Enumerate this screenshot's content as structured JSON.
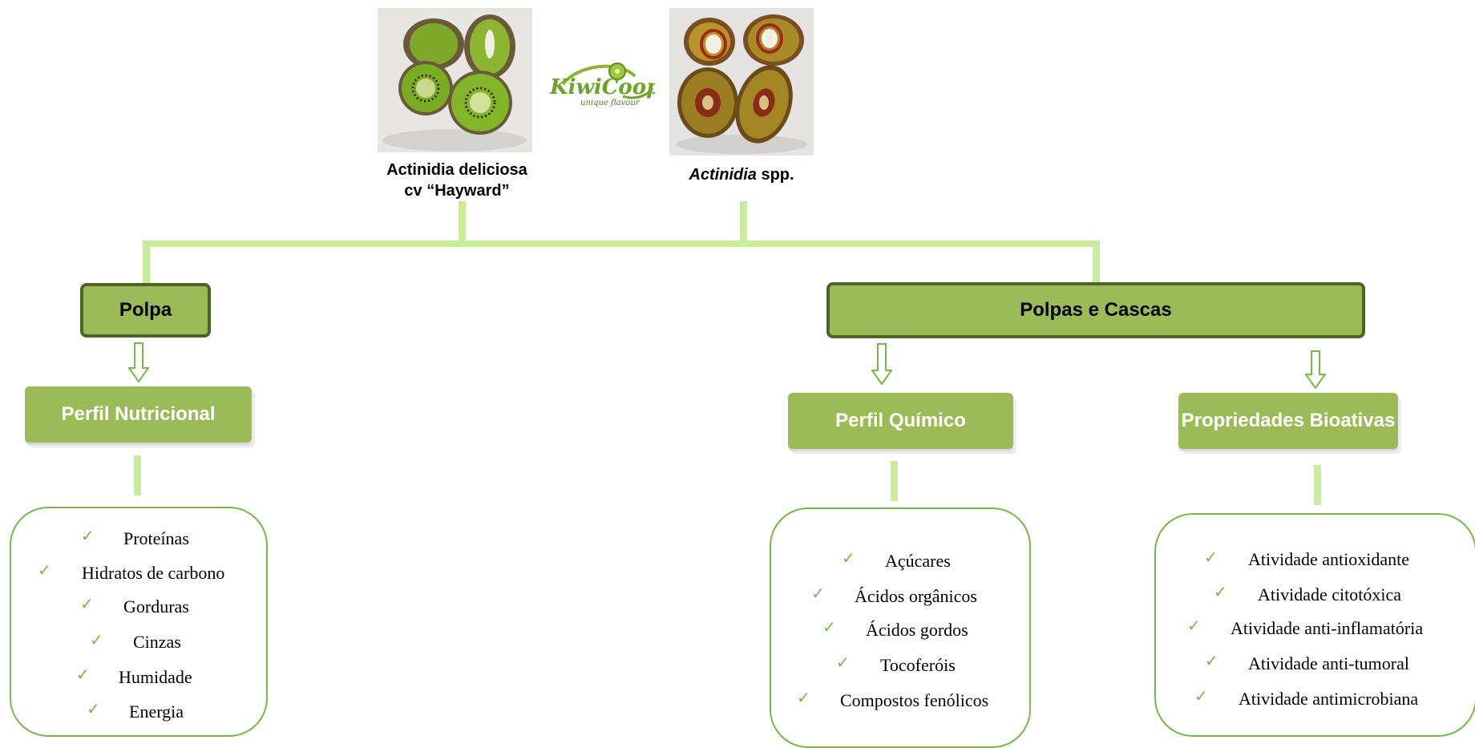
{
  "top": {
    "left_caption_line1": "Actinidia deliciosa",
    "left_caption_line2": "cv “Hayward”",
    "right_caption_italic": "Actinidia",
    "right_caption_rest": " spp.",
    "logo_text": "KiwiCoop",
    "logo_tagline": "unique flavour"
  },
  "branches": {
    "left_title": "Polpa",
    "right_title": "Polpas e Cascas"
  },
  "categories": {
    "nutritional": "Perfil Nutricional",
    "chemical": "Perfil Químico",
    "bioactive": "Propriedades Bioativas"
  },
  "lists": {
    "nutritional": [
      "Proteínas",
      "Hidratos de carbono",
      "Gorduras",
      "Cinzas",
      "Humidade",
      "Energia"
    ],
    "chemical": [
      "Açúcares",
      "Ácidos orgânicos",
      "Ácidos gordos",
      "Tocoferóis",
      "Compostos fenólicos"
    ],
    "bioactive": [
      "Atividade antioxidante",
      "Atividade citotóxica",
      "Atividade anti-inflamatória",
      "Atividade anti-tumoral",
      "Atividade antimicrobiana"
    ]
  },
  "colors": {
    "green_fill": "#9bbb59",
    "green_border": "#4f6228",
    "connector": "#c8ec9c",
    "check": "#77b74b"
  }
}
